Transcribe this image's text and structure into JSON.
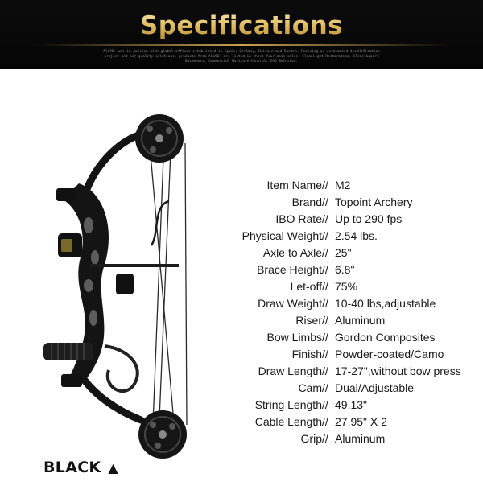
{
  "banner": {
    "title": "Specifications",
    "fine_print": "Alo96+ was in America with global offices established in Spain, Germany, Britain and Sweden. Focusing on customized decoHification project and air quality solutions, products from Alo96+ are listed in these four main sales: Cleanlight Restoration, Cleanlagaard Basements, Commercial Moisture Control, IAQ Solution."
  },
  "specs": [
    {
      "label": "Item Name",
      "sep": "//",
      "value": "M2"
    },
    {
      "label": "Brand",
      "sep": "//",
      "value": "Topoint Archery"
    },
    {
      "label": "IBO Rate",
      "sep": "//",
      "value": "Up to 290 fps"
    },
    {
      "label": "Physical  Weight",
      "sep": "//",
      "value": "2.54  lbs."
    },
    {
      "label": "Axle to Axle",
      "sep": "//",
      "value": "25\""
    },
    {
      "label": "Brace Height",
      "sep": "//",
      "value": "6.8\""
    },
    {
      "label": "Let-off",
      "sep": "//",
      "value": "75%"
    },
    {
      "label": "Draw Weight",
      "sep": "//",
      "value": "10-40  lbs,adjustable"
    },
    {
      "label": "Riser",
      "sep": "//",
      "value": "Aluminum"
    },
    {
      "label": "Bow Limbs",
      "sep": "//",
      "value": "Gordon Composites"
    },
    {
      "label": "Finish",
      "sep": "//",
      "value": "Powder-coated/Camo"
    },
    {
      "label": "Draw Length",
      "sep": "//",
      "value": "17-27\",without bow press"
    },
    {
      "label": "Cam",
      "sep": "//",
      "value": "Dual/Adjustable"
    },
    {
      "label": "String Length",
      "sep": "//",
      "value": "49.13\""
    },
    {
      "label": "Cable Length",
      "sep": "//",
      "value": "27.95\" X 2"
    },
    {
      "label": "Grip",
      "sep": "//",
      "value": "Aluminum"
    }
  ],
  "color_tag": {
    "label": "BLACK",
    "symbol": "▲"
  },
  "colors": {
    "banner_bg": "#080808",
    "title_gold": "#e3bf66",
    "bow_black": "#141414"
  },
  "images": {
    "bow": "compound-bow-photo"
  }
}
